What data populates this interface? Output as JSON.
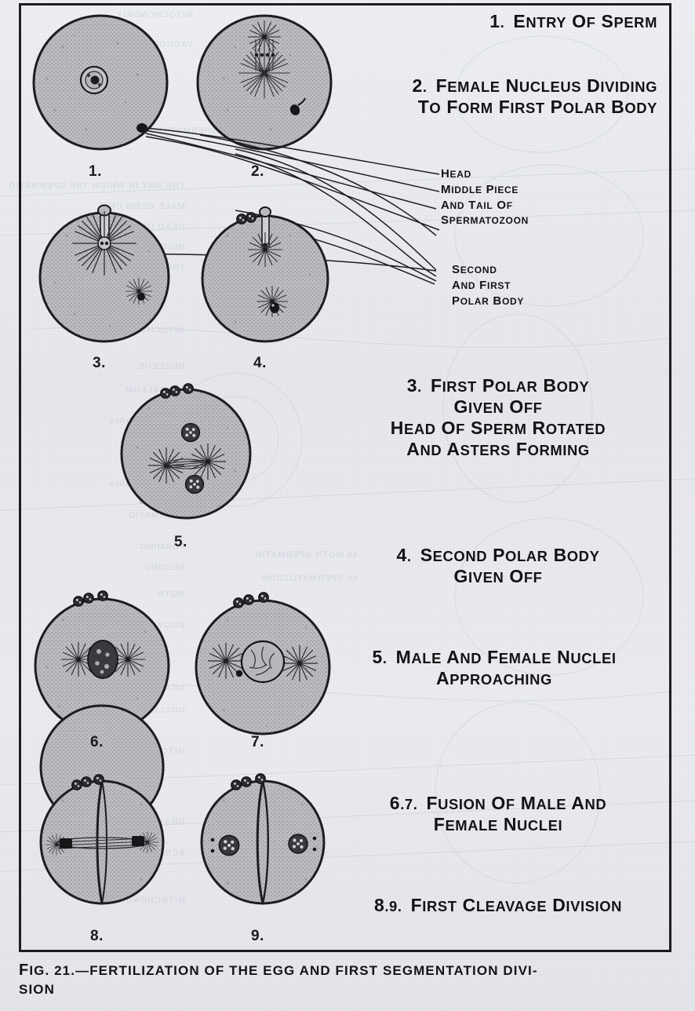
{
  "figure": {
    "caption_lead": "F",
    "caption_lead_rest": "IG",
    "caption_number": ". 21.",
    "caption_dash": "—",
    "caption_body": "FERTILIZATION OF THE EGG AND FIRST SEGMENTATION DIVI-",
    "caption_body2": "SION",
    "caption_full": "FIG. 21.—FERTILIZATION OF THE EGG AND FIRST SEGMENTATION DIVISION"
  },
  "colors": {
    "paper": "#e9eaee",
    "ink": "#1a1a1c",
    "cell_fill": "#b9bac0",
    "cell_stroke": "#1d1d1f",
    "showthrough": "#8b8fb0"
  },
  "stage_captions": [
    {
      "id": "s1",
      "number": "1.",
      "lines": [
        "Entry of Sperm"
      ]
    },
    {
      "id": "s2",
      "number": "2.",
      "lines": [
        "Female  Nucleus  dividing",
        "to form First Polar Body"
      ]
    },
    {
      "id": "s3",
      "number": "3.",
      "lines": [
        "First Polar Body",
        "given off",
        "Head of Sperm rotated",
        "and Asters forming"
      ]
    },
    {
      "id": "s4",
      "number": "4.",
      "lines": [
        "Second Polar Body",
        "given off"
      ]
    },
    {
      "id": "s5",
      "number": "5.",
      "lines": [
        "male and Female Nuclei",
        "approaching"
      ]
    },
    {
      "id": "s67",
      "number": "6.7.",
      "lines": [
        "Fusion of Male and",
        "Female Nuclei"
      ]
    },
    {
      "id": "s89",
      "number": "8.9.",
      "lines": [
        "First Cleavage Division"
      ]
    }
  ],
  "leader_labels": [
    {
      "id": "sperm-parts",
      "lines": [
        "Head",
        "Middle Piece",
        "and Tail of",
        "Spermatozoon"
      ]
    },
    {
      "id": "polar-bodies",
      "lines": [
        "Second",
        "and First",
        "Polar Body"
      ]
    }
  ],
  "cell_figures": [
    {
      "num": "1.",
      "title": "unfertilized egg with sperm entering",
      "features": [
        "egg-cell",
        "female-nucleus",
        "sperm-head-entering"
      ]
    },
    {
      "num": "2.",
      "title": "female nucleus dividing, first polar spindle",
      "features": [
        "egg-cell",
        "polar-spindle",
        "two-asters",
        "sperm-head"
      ]
    },
    {
      "num": "3.",
      "title": "first polar body given off, asters forming",
      "features": [
        "egg-cell",
        "first-polar-body",
        "large-aster",
        "sperm-aster"
      ]
    },
    {
      "num": "4.",
      "title": "second polar body being given off",
      "features": [
        "egg-cell",
        "two-polar-bodies",
        "aster",
        "sperm-aster"
      ]
    },
    {
      "num": "5.",
      "title": "male and female nuclei approaching",
      "features": [
        "egg-cell",
        "three-polar-bodies",
        "two-nuclei",
        "paired-asters",
        "spindle"
      ]
    },
    {
      "num": "6.",
      "title": "nuclei fusing, dark mass",
      "features": [
        "egg-cell",
        "three-polar-bodies",
        "fused-nucleus",
        "two-asters"
      ]
    },
    {
      "num": "7.",
      "title": "fusion nucleus enlarged",
      "features": [
        "egg-cell",
        "three-polar-bodies",
        "fusion-nucleus",
        "two-asters"
      ]
    },
    {
      "num": "8.",
      "title": "first cleavage, spindle and furrow",
      "features": [
        "cleaving-egg",
        "cleavage-furrow",
        "cleavage-spindle",
        "two-asters",
        "three-polar-bodies"
      ]
    },
    {
      "num": "9.",
      "title": "two-cell stage",
      "features": [
        "two-cell-stage",
        "cleavage-furrow",
        "two-daughter-nuclei",
        "three-polar-bodies"
      ]
    }
  ]
}
